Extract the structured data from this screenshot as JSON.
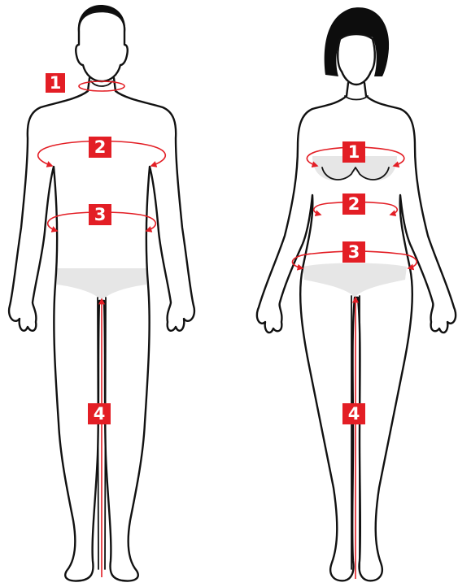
{
  "colors": {
    "accent": "#e31e25",
    "outline": "#111111",
    "underwear": "#e6e6e6",
    "hair": "#0d0d0d",
    "background": "#ffffff"
  },
  "figures": [
    {
      "id": "male",
      "markers": [
        {
          "label": "1",
          "part": "neck"
        },
        {
          "label": "2",
          "part": "chest"
        },
        {
          "label": "3",
          "part": "waist"
        },
        {
          "label": "4",
          "part": "inseam"
        }
      ]
    },
    {
      "id": "female",
      "markers": [
        {
          "label": "1",
          "part": "bust"
        },
        {
          "label": "2",
          "part": "waist"
        },
        {
          "label": "3",
          "part": "hips"
        },
        {
          "label": "4",
          "part": "inseam"
        }
      ]
    }
  ]
}
